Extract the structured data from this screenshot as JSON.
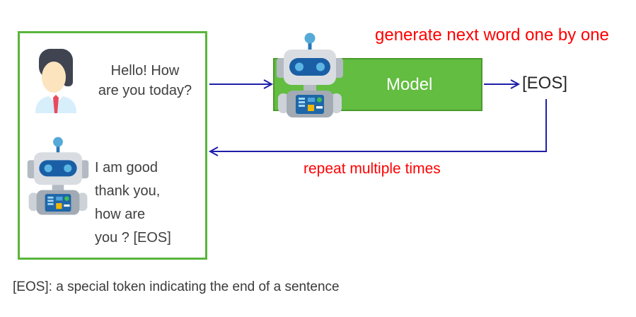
{
  "conversation_box": {
    "user_message": "Hello! How\nare you today?",
    "bot_message": "I am good\nthank you,\nhow are\nyou ? [EOS]",
    "user_icon": "user-avatar-icon",
    "bot_icon": "robot-icon"
  },
  "model_box": {
    "label": "Model",
    "icon": "robot-icon"
  },
  "output": {
    "token": "[EOS]"
  },
  "annotations": {
    "generate_label": "generate next word one by one",
    "repeat_label": "repeat multiple times"
  },
  "caption": {
    "text": "[EOS]: a special token indicating the end of a sentence"
  },
  "colors": {
    "conversation_border_green": "#5ab53a",
    "model_fill_green": "#62bd40",
    "model_border_green": "#4a9b2c",
    "arrow_blue": "#1f1fa8",
    "annotation_red": "#ff0000",
    "model_label_white": "#ffffff",
    "body_text_dark": "#3f3f3f"
  }
}
